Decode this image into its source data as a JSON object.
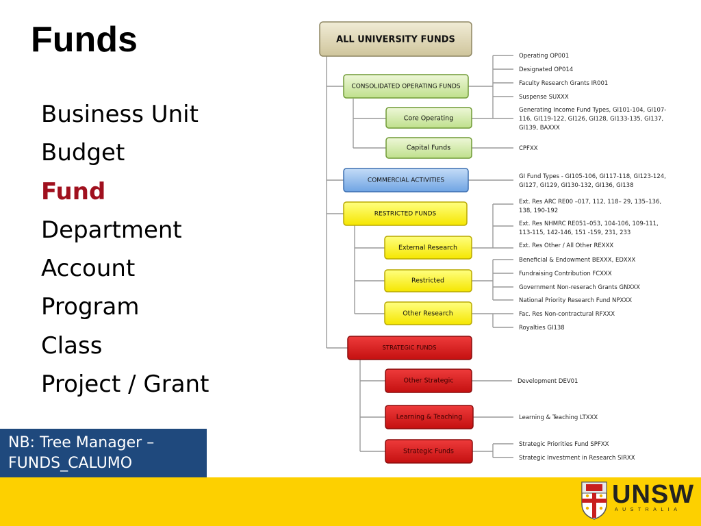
{
  "slide": {
    "title": "Funds",
    "bullets": [
      {
        "label": "Business Unit",
        "highlight": false
      },
      {
        "label": "Budget",
        "highlight": false
      },
      {
        "label": "Fund",
        "highlight": true
      },
      {
        "label": "Department",
        "highlight": false
      },
      {
        "label": "Account",
        "highlight": false
      },
      {
        "label": "Program",
        "highlight": false
      },
      {
        "label": "Class",
        "highlight": false
      },
      {
        "label": "Project / Grant",
        "highlight": false
      }
    ],
    "note": {
      "line1": "NB: Tree Manager –",
      "line2": "FUNDS_CALUMO"
    },
    "logo": {
      "name": "UNSW",
      "country": "AUSTRALIA"
    }
  },
  "colors": {
    "highlight": "#a0101e",
    "note_bg": "#1f497d",
    "footer": "#fdd000",
    "tan": "#d6cfae",
    "green": "#cde6a0",
    "blue": "#8eb8ea",
    "yellow": "#ffff00",
    "red": "#dd1c1c"
  },
  "tree": {
    "root": {
      "label": "ALL UNIVERSITY FUNDS"
    },
    "nodes": [
      {
        "label": "CONSOLIDATED OPERATING FUNDS",
        "color": "green",
        "leaves": [
          "Operating OP001",
          "Designated OP014",
          "Faculty Research Grants IR001",
          "Suspense SUXXX"
        ]
      },
      {
        "label": "Core Operating",
        "color": "green",
        "leaves": [
          "Generating Income Fund Types, GI101-104, GI107-",
          "116, GI119-122, GI126,  GI128, GI133-135, GI137,",
          "GI139, BAXXX"
        ]
      },
      {
        "label": "Capital Funds",
        "color": "green",
        "leaves": [
          "CPFXX"
        ]
      },
      {
        "label": "COMMERCIAL ACTIVITIES",
        "color": "blue",
        "leaves": [
          "GI Fund Types - GI105-106, GI117-118, GI123-124,",
          "GI127, GI129, GI130-132, GI136, GI138"
        ]
      },
      {
        "label": "RESTRICTED FUNDS",
        "color": "yellow",
        "leaves": []
      },
      {
        "label": "External Research",
        "color": "yellow",
        "leaves": [
          "Ext. Res ARC RE00 –017, 112, 118– 29, 135–136,",
          "138, 190-192",
          "Ext. Res NHMRC RE051–053, 104-106, 109-111,",
          "113-115, 142-146, 151 -159, 231, 233",
          "Ext. Res Other / All Other REXXX"
        ]
      },
      {
        "label": "Restricted",
        "color": "yellow",
        "leaves": [
          "Beneficial & Endowment BEXXX, EDXXX",
          "Fundraising Contribution FCXXX",
          "Government Non-reserach Grants GNXXX",
          "National Priority Research Fund NPXXX"
        ]
      },
      {
        "label": "Other Research",
        "color": "yellow",
        "leaves": [
          "Fac. Res Non-contractural RFXXX",
          "Royalties GI138"
        ]
      },
      {
        "label": "STRATEGIC FUNDS",
        "color": "red",
        "leaves": []
      },
      {
        "label": "Other Strategic",
        "color": "red",
        "leaves": [
          "Development DEV01"
        ]
      },
      {
        "label": "Learning & Teaching",
        "color": "red",
        "leaves": [
          "Learning & Teaching LTXXX"
        ]
      },
      {
        "label": "Strategic Funds",
        "color": "red",
        "leaves": [
          "Strategic Priorities Fund SPFXX",
          "Strategic Investment in Research SIRXX"
        ]
      }
    ]
  }
}
